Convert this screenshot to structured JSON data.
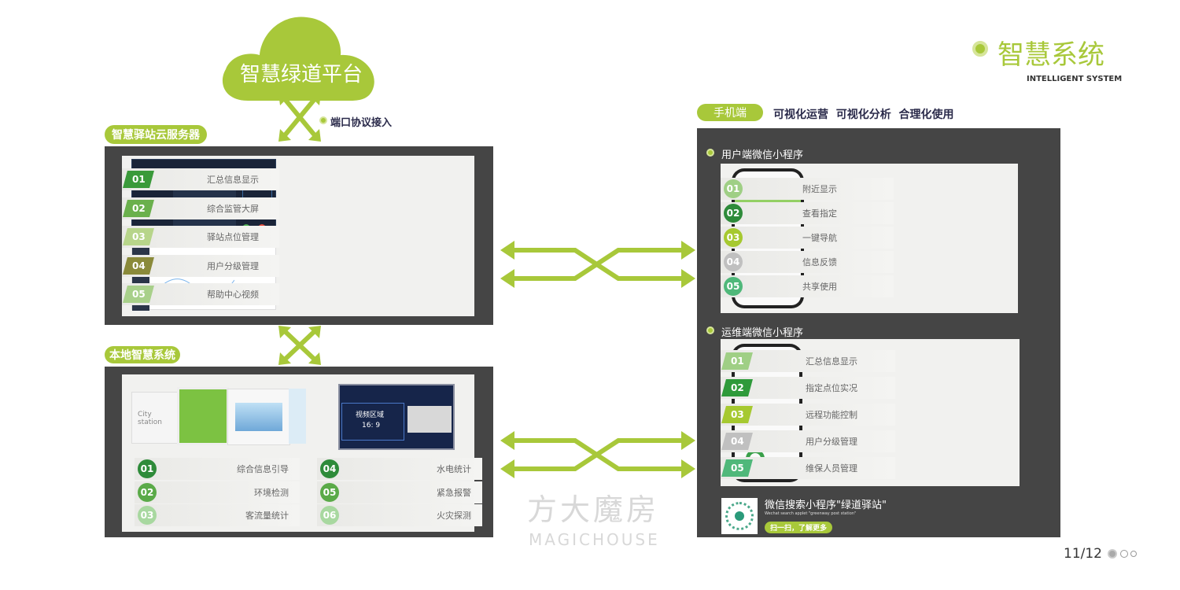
{
  "header": {
    "title": "智慧系统",
    "subtitle": "INTELLIGENT SYSTEM"
  },
  "cloud": {
    "title": "智慧绿道平台",
    "protocol_label": "端口协议接入"
  },
  "cloud_server": {
    "tag": "智慧驿站云服务器",
    "items": [
      {
        "num": "01",
        "label": "汇总信息显示",
        "color": "#3a9a3a"
      },
      {
        "num": "02",
        "label": "综合监管大屏",
        "color": "#6ab04c"
      },
      {
        "num": "03",
        "label": "驿站点位管理",
        "color": "#b7d58a"
      },
      {
        "num": "04",
        "label": "用户分级管理",
        "color": "#8a8a3a"
      },
      {
        "num": "05",
        "label": "帮助中心视频",
        "color": "#a8d08a"
      }
    ]
  },
  "local": {
    "tag": "本地智慧系统",
    "screen_text": "视频区域",
    "screen_ratio": "16: 9",
    "kiosk_text": "City station",
    "items": [
      {
        "num": "01",
        "label": "综合信息引导",
        "color": "#2e8b3a"
      },
      {
        "num": "02",
        "label": "环境检测",
        "color": "#5aaa48"
      },
      {
        "num": "03",
        "label": "客流量统计",
        "color": "#a8d8a0"
      },
      {
        "num": "04",
        "label": "水电统计",
        "color": "#2e8b3a"
      },
      {
        "num": "05",
        "label": "紧急报警",
        "color": "#5aaa48"
      },
      {
        "num": "06",
        "label": "火灾探测",
        "color": "#a8d8a0"
      }
    ]
  },
  "mobile": {
    "tag": "手机端",
    "slogan": "可视化运营  可视化分析  合理化使用",
    "user_app": {
      "title": "用户端微信小程序",
      "items": [
        {
          "num": "01",
          "label": "附近显示",
          "color": "#9fcf85"
        },
        {
          "num": "02",
          "label": "查看指定",
          "color": "#2e8b3a"
        },
        {
          "num": "03",
          "label": "一键导航",
          "color": "#a6c930"
        },
        {
          "num": "04",
          "label": "信息反馈",
          "color": "#c0c0c0"
        },
        {
          "num": "05",
          "label": "共享使用",
          "color": "#4fb87a"
        }
      ]
    },
    "ops_app": {
      "title": "运维端微信小程序",
      "items": [
        {
          "num": "01",
          "label": "汇总信息显示",
          "color": "#9fcf85"
        },
        {
          "num": "02",
          "label": "指定点位实况",
          "color": "#2e9a3a"
        },
        {
          "num": "03",
          "label": "远程功能控制",
          "color": "#a6c930"
        },
        {
          "num": "04",
          "label": "用户分级管理",
          "color": "#c0c0c0"
        },
        {
          "num": "05",
          "label": "维保人员管理",
          "color": "#4fb87a"
        }
      ]
    },
    "qr": {
      "title": "微信搜索小程序\"绿道驿站\"",
      "subtitle": "Wechat search applet \"greenway post station\"",
      "button": "扫一扫，了解更多"
    }
  },
  "watermark": {
    "cn": "方大魔房",
    "en": "MAGICHOUSE"
  },
  "pager": {
    "text": "11/12"
  },
  "colors": {
    "accent": "#a8c83a",
    "panel": "#454545"
  }
}
